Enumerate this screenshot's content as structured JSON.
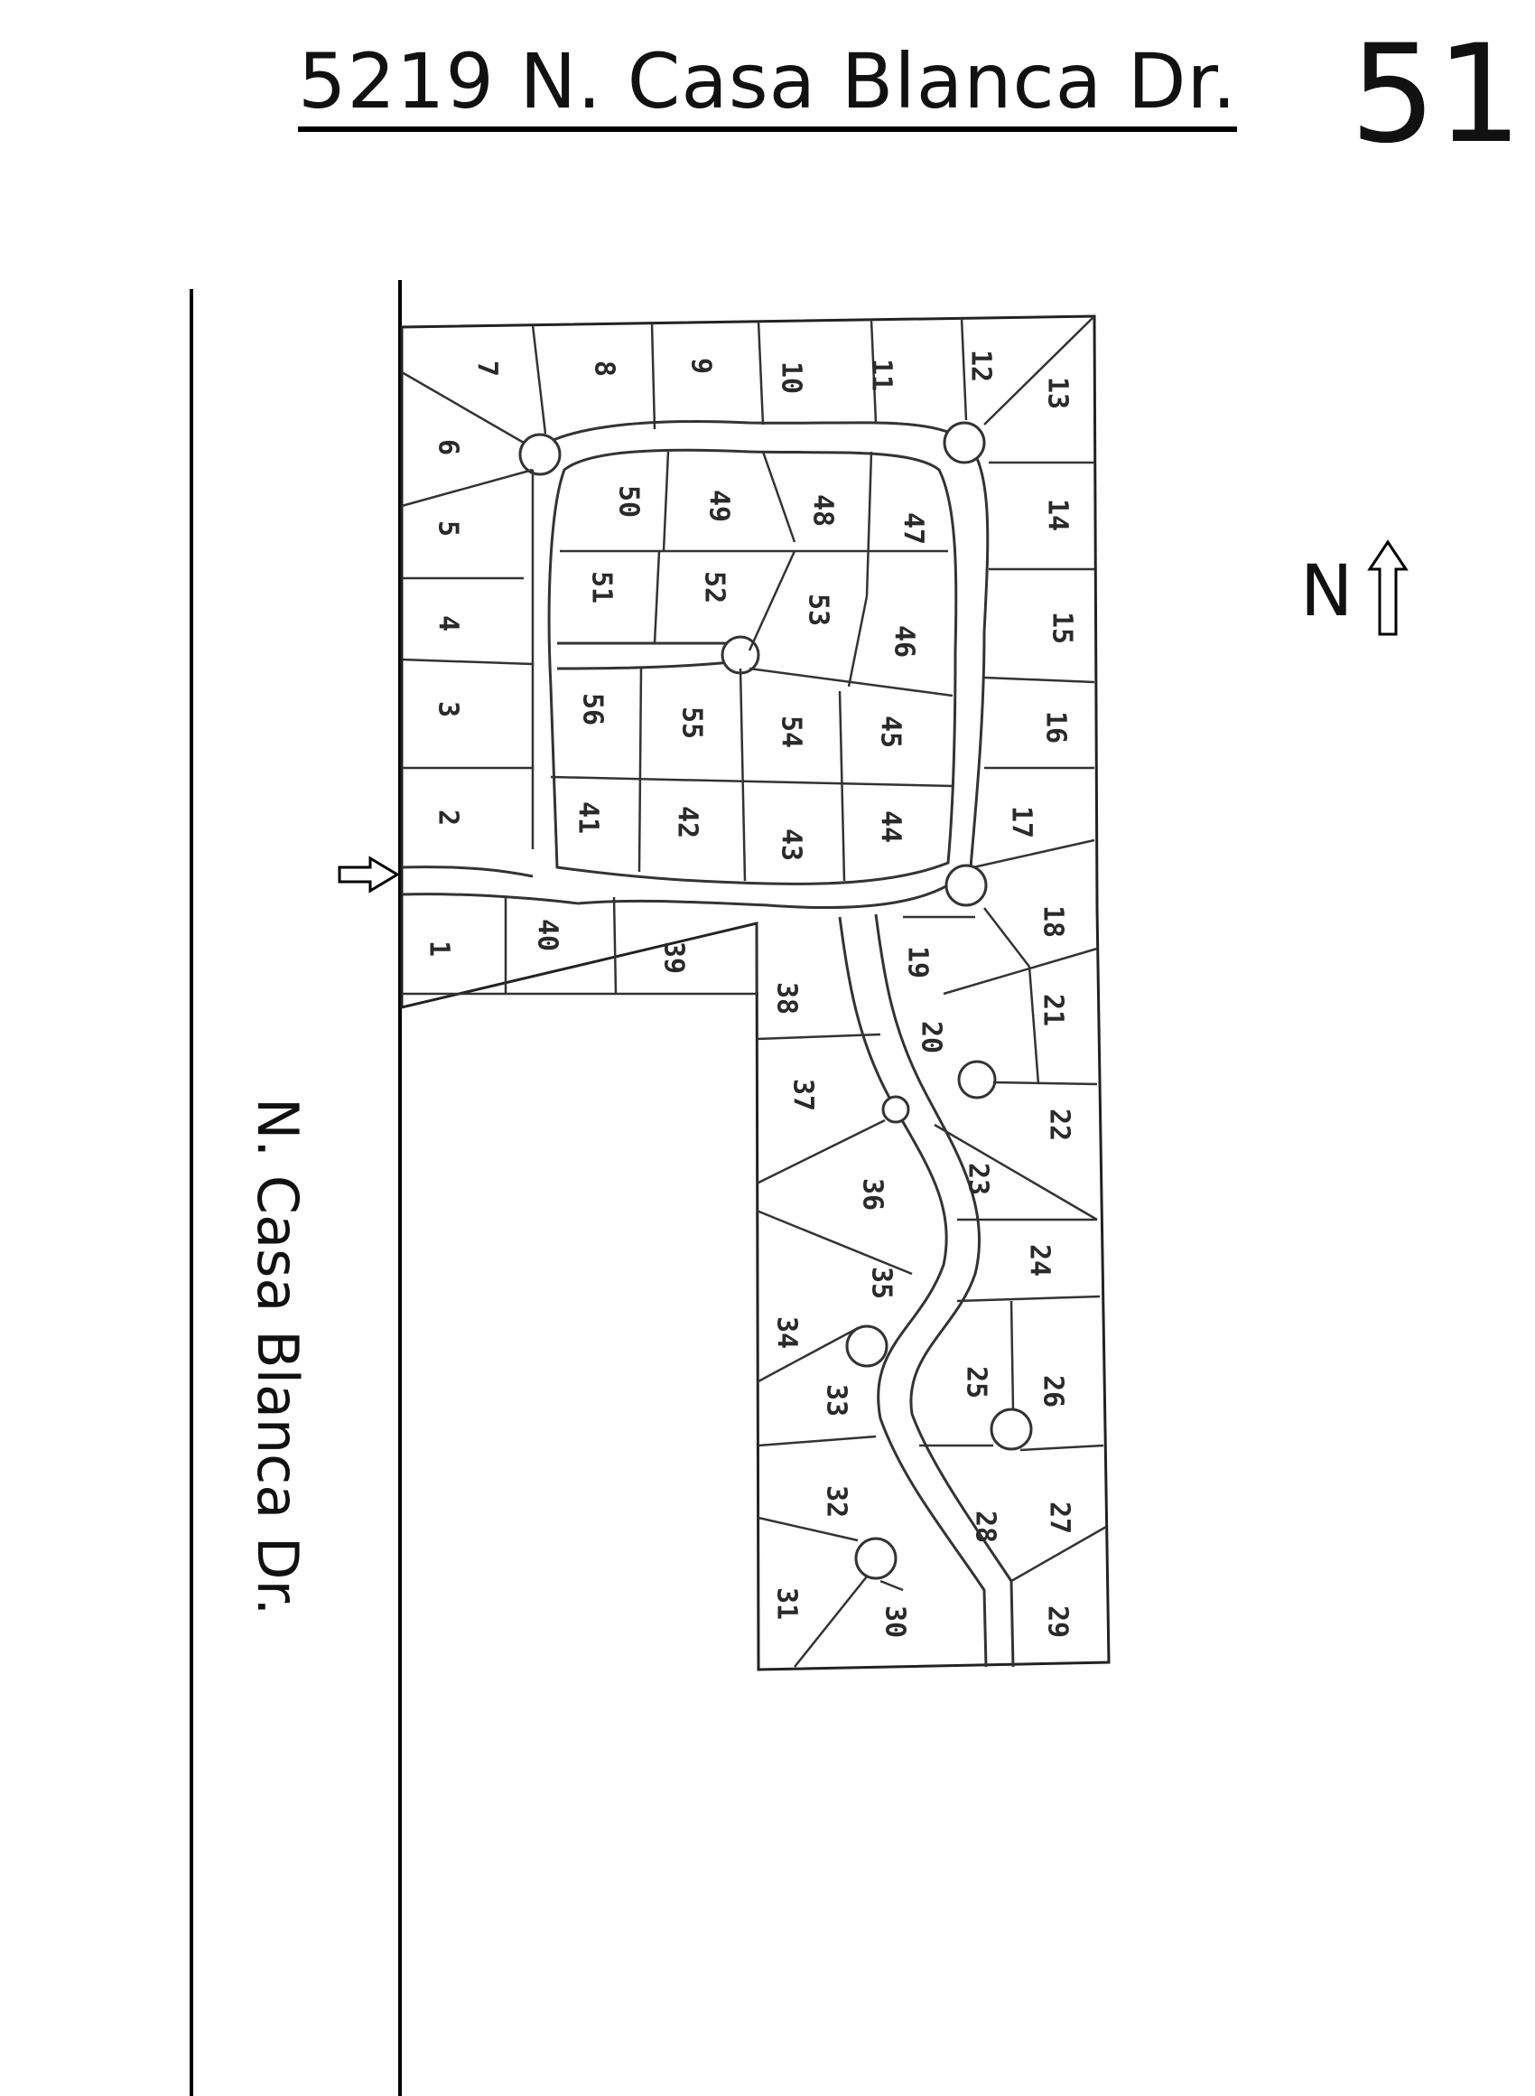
{
  "header": {
    "title": "5219 N. Casa Blanca Dr.",
    "page_number": "51"
  },
  "map": {
    "street_label": "N. Casa Blanca Dr.",
    "north_label": "N",
    "lots": [
      {
        "id": "1",
        "label": "1"
      },
      {
        "id": "2",
        "label": "2"
      },
      {
        "id": "3",
        "label": "3"
      },
      {
        "id": "4",
        "label": "4"
      },
      {
        "id": "5",
        "label": "5"
      },
      {
        "id": "6",
        "label": "6"
      },
      {
        "id": "7",
        "label": "7"
      },
      {
        "id": "8",
        "label": "8"
      },
      {
        "id": "9",
        "label": "9"
      },
      {
        "id": "10",
        "label": "10"
      },
      {
        "id": "11",
        "label": "11"
      },
      {
        "id": "12",
        "label": "12"
      },
      {
        "id": "13",
        "label": "13"
      },
      {
        "id": "14",
        "label": "14"
      },
      {
        "id": "15",
        "label": "15"
      },
      {
        "id": "16",
        "label": "16"
      },
      {
        "id": "17",
        "label": "17"
      },
      {
        "id": "18",
        "label": "18"
      },
      {
        "id": "19",
        "label": "19"
      },
      {
        "id": "20",
        "label": "20"
      },
      {
        "id": "21",
        "label": "21"
      },
      {
        "id": "22",
        "label": "22"
      },
      {
        "id": "23",
        "label": "23"
      },
      {
        "id": "24",
        "label": "24"
      },
      {
        "id": "25",
        "label": "25"
      },
      {
        "id": "26",
        "label": "26"
      },
      {
        "id": "27",
        "label": "27"
      },
      {
        "id": "28",
        "label": "28"
      },
      {
        "id": "29",
        "label": "29"
      },
      {
        "id": "30",
        "label": "30"
      },
      {
        "id": "31",
        "label": "31"
      },
      {
        "id": "32",
        "label": "32"
      },
      {
        "id": "33",
        "label": "33"
      },
      {
        "id": "34",
        "label": "34"
      },
      {
        "id": "35",
        "label": "35"
      },
      {
        "id": "36",
        "label": "36"
      },
      {
        "id": "37",
        "label": "37"
      },
      {
        "id": "38",
        "label": "38"
      },
      {
        "id": "39",
        "label": "39"
      },
      {
        "id": "40",
        "label": "40"
      },
      {
        "id": "41",
        "label": "41"
      },
      {
        "id": "42",
        "label": "42"
      },
      {
        "id": "43",
        "label": "43"
      },
      {
        "id": "44",
        "label": "44"
      },
      {
        "id": "45",
        "label": "45"
      },
      {
        "id": "46",
        "label": "46"
      },
      {
        "id": "47",
        "label": "47"
      },
      {
        "id": "48",
        "label": "48"
      },
      {
        "id": "49",
        "label": "49"
      },
      {
        "id": "50",
        "label": "50"
      },
      {
        "id": "51",
        "label": "51"
      },
      {
        "id": "52",
        "label": "52"
      },
      {
        "id": "53",
        "label": "53"
      },
      {
        "id": "54",
        "label": "54"
      },
      {
        "id": "55",
        "label": "55"
      },
      {
        "id": "56",
        "label": "56"
      }
    ]
  }
}
